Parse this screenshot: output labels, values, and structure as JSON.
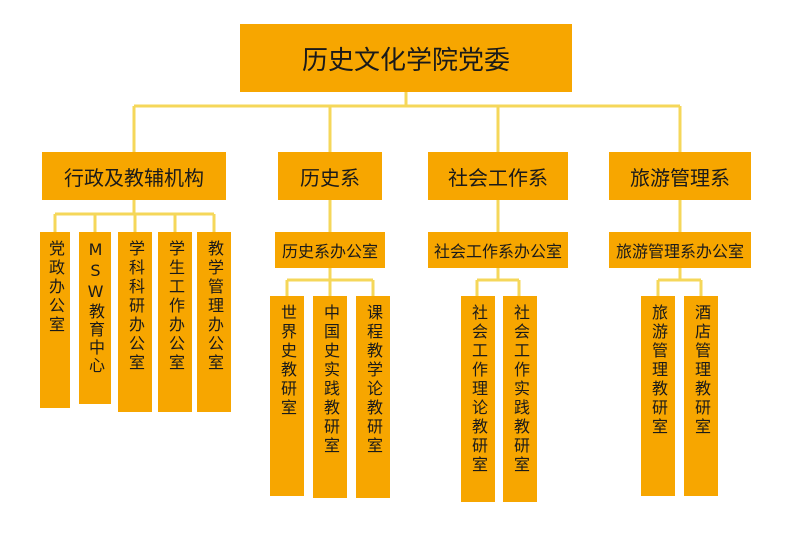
{
  "root": {
    "label": "历史文化学院党委"
  },
  "departments": [
    {
      "label": "行政及教辅机构",
      "leaves": [
        "党政办公室",
        "MSW教育中心",
        "学科科研办公室",
        "学生工作办公室",
        "教学管理办公室"
      ]
    },
    {
      "label": "历史系",
      "office": "历史系办公室",
      "leaves": [
        "世界史教研室",
        "中国史实践教研室",
        "课程教学论教研室"
      ]
    },
    {
      "label": "社会工作系",
      "office": "社会工作系办公室",
      "leaves": [
        "社会工作理论教研室",
        "社会工作实践教研室"
      ]
    },
    {
      "label": "旅游管理系",
      "office": "旅游管理系办公室",
      "leaves": [
        "旅游管理教研室",
        "酒店管理教研室"
      ]
    }
  ],
  "colors": {
    "box": "#F7A600",
    "line": "#F5D75A",
    "text": "#1a1a1a"
  }
}
